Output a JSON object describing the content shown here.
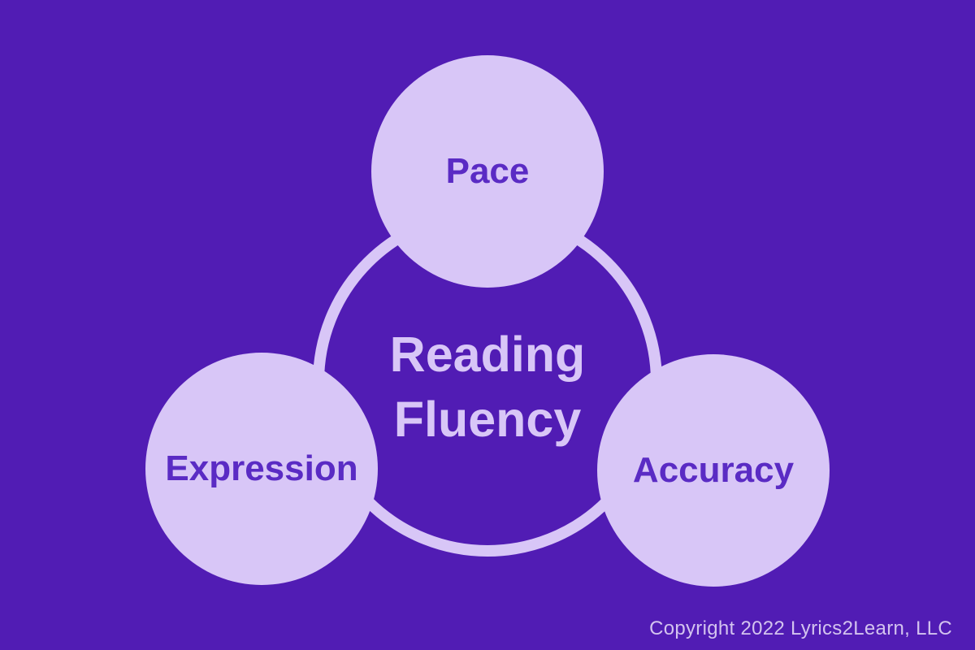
{
  "diagram": {
    "title_line1": "Reading",
    "title_line2": "Fluency",
    "title": "Reading Fluency",
    "nodes": [
      {
        "label": "Pace"
      },
      {
        "label": "Expression"
      },
      {
        "label": "Accuracy"
      }
    ],
    "footer": "Copyright 2022 Lyrics2Learn, LLC",
    "colors": {
      "background": "#511CB4",
      "circle_fill": "#D8C6F7",
      "circle_text": "#5A2BC4",
      "center_text": "#D8C6F7",
      "ring": "#D8C6F7",
      "footer_text": "#D3C3EF"
    }
  }
}
